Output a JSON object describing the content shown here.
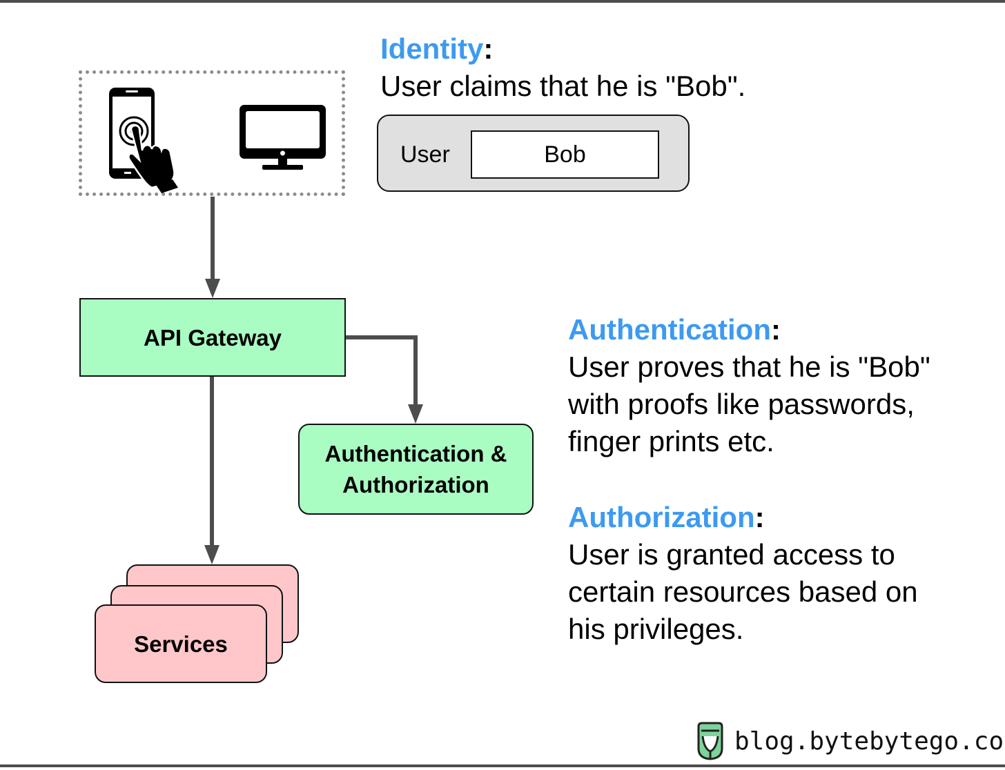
{
  "identity": {
    "heading": "Identity",
    "colon": ":",
    "description": "User claims that he is \"Bob\"."
  },
  "login_form": {
    "label": "User",
    "value": "Bob"
  },
  "nodes": {
    "gateway": "API Gateway",
    "auth_line1": "Authentication &",
    "auth_line2": "Authorization",
    "services": "Services"
  },
  "authentication": {
    "heading": "Authentication",
    "colon": ":",
    "line1": "User proves that he is \"Bob\"",
    "line2": "with proofs like passwords,",
    "line3": "finger prints etc."
  },
  "authorization": {
    "heading": "Authorization",
    "colon": ":",
    "line1": "User is granted access to",
    "line2": "certain resources based on",
    "line3": "his privileges."
  },
  "footer": {
    "site": "blog.bytebytego.com"
  },
  "colors": {
    "heading_blue": "#3d9af0",
    "node_green": "#a9fcc2",
    "node_pink": "#ffc7ca",
    "panel_gray": "#e0e0e0",
    "arrow_gray": "#4d4d4d"
  },
  "icons": [
    "smartphone-touch-icon",
    "monitor-icon",
    "bytebytego-logo-icon"
  ]
}
